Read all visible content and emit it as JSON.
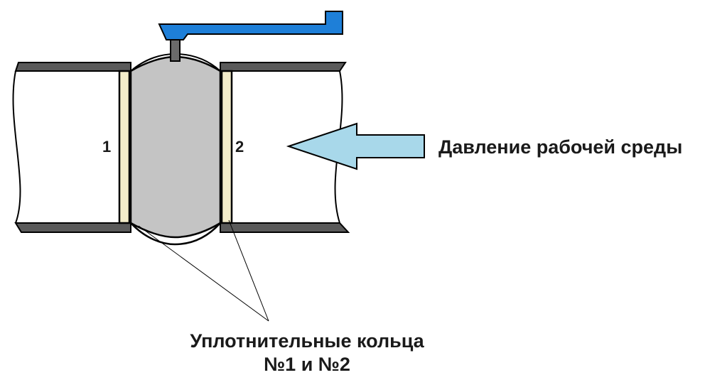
{
  "labels": {
    "ring_1": "1",
    "ring_2": "2",
    "pressure": "Давление рабочей среды",
    "rings_line1": "Уплотнительные кольца",
    "rings_line2": "№1 и №2"
  },
  "colors": {
    "handle": "#1e7fd8",
    "arrow": "#a8d8ea",
    "ball": "#c4c4c4",
    "pipe_wall": "#5a5a5a",
    "seal_ring": "#f3ecc9",
    "outline": "#000000"
  }
}
